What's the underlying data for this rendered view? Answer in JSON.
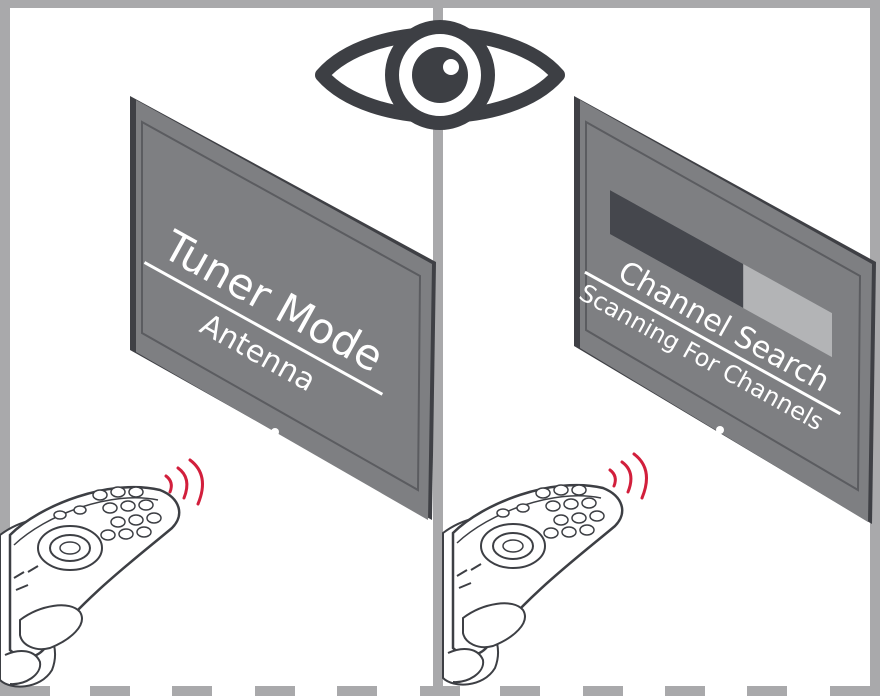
{
  "panels": [
    {
      "screen_title": "Tuner Mode",
      "screen_subtitle": "Antenna"
    },
    {
      "screen_title": "Channel Search",
      "screen_subtitle": "Scanning For Channels",
      "progress_fraction": 0.6
    }
  ],
  "icons": {
    "eye": "eye-icon",
    "remote": "remote-control-icon",
    "signal": "signal-waves-icon"
  },
  "colors": {
    "border_gray": "#a9a9ab",
    "tv_body": "#7e7f82",
    "tv_edge": "#3f4045",
    "eye": "#3d3f44",
    "signal": "#d21f3c",
    "progress_fill": "#45474d",
    "progress_track": "#b3b4b6",
    "text": "#ffffff"
  }
}
